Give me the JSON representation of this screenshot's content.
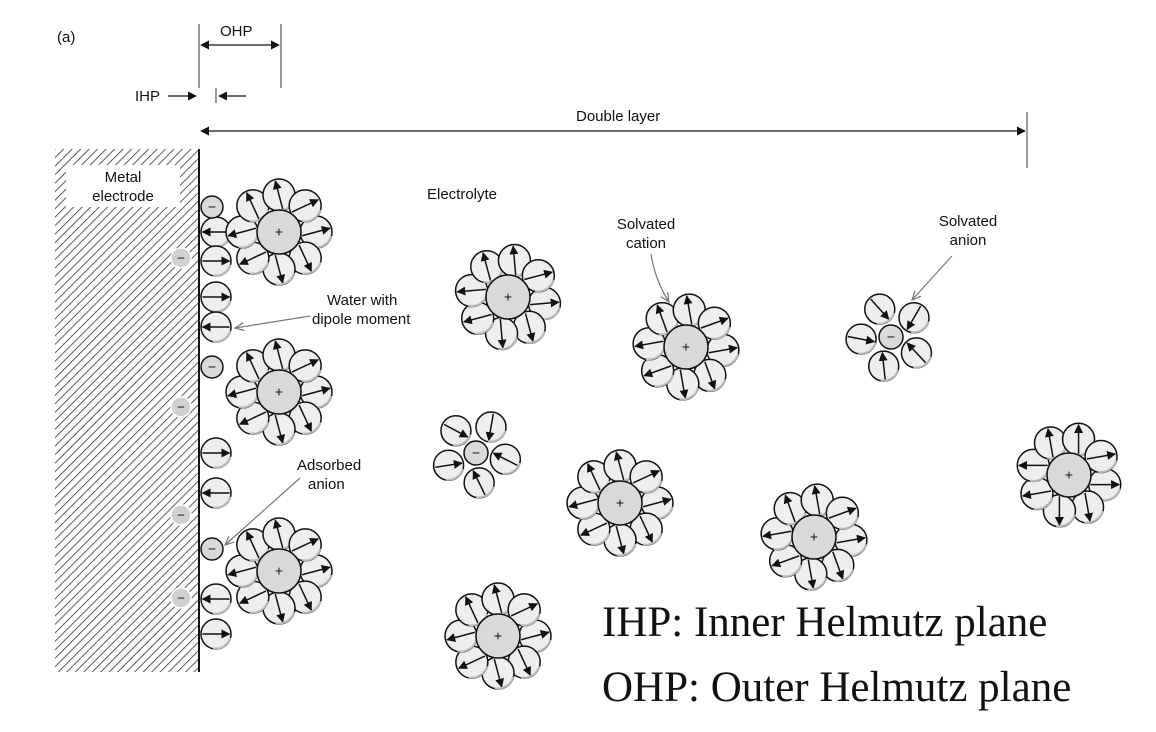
{
  "panel_label": "(a)",
  "labels": {
    "ohp": "OHP",
    "ihp": "IHP",
    "double_layer": "Double layer",
    "metal_electrode_line1": "Metal",
    "metal_electrode_line2": "electrode",
    "electrolyte": "Electrolyte",
    "solvated_cation_line1": "Solvated",
    "solvated_cation_line2": "cation",
    "solvated_anion_line1": "Solvated",
    "solvated_anion_line2": "anion",
    "water_line1": "Water with",
    "water_line2": "dipole moment",
    "adsorbed_anion_line1": "Adsorbed",
    "adsorbed_anion_line2": "anion"
  },
  "legend": {
    "line1": "IHP: Inner Helmutz plane",
    "line2": "OHP: Outer Helmutz plane"
  },
  "colors": {
    "ion_fill": "#d9d9d9",
    "water_fill": "#eeeeee",
    "ink": "#111111"
  },
  "symbols": {
    "cation_sign": "+",
    "anion_sign": "−"
  }
}
